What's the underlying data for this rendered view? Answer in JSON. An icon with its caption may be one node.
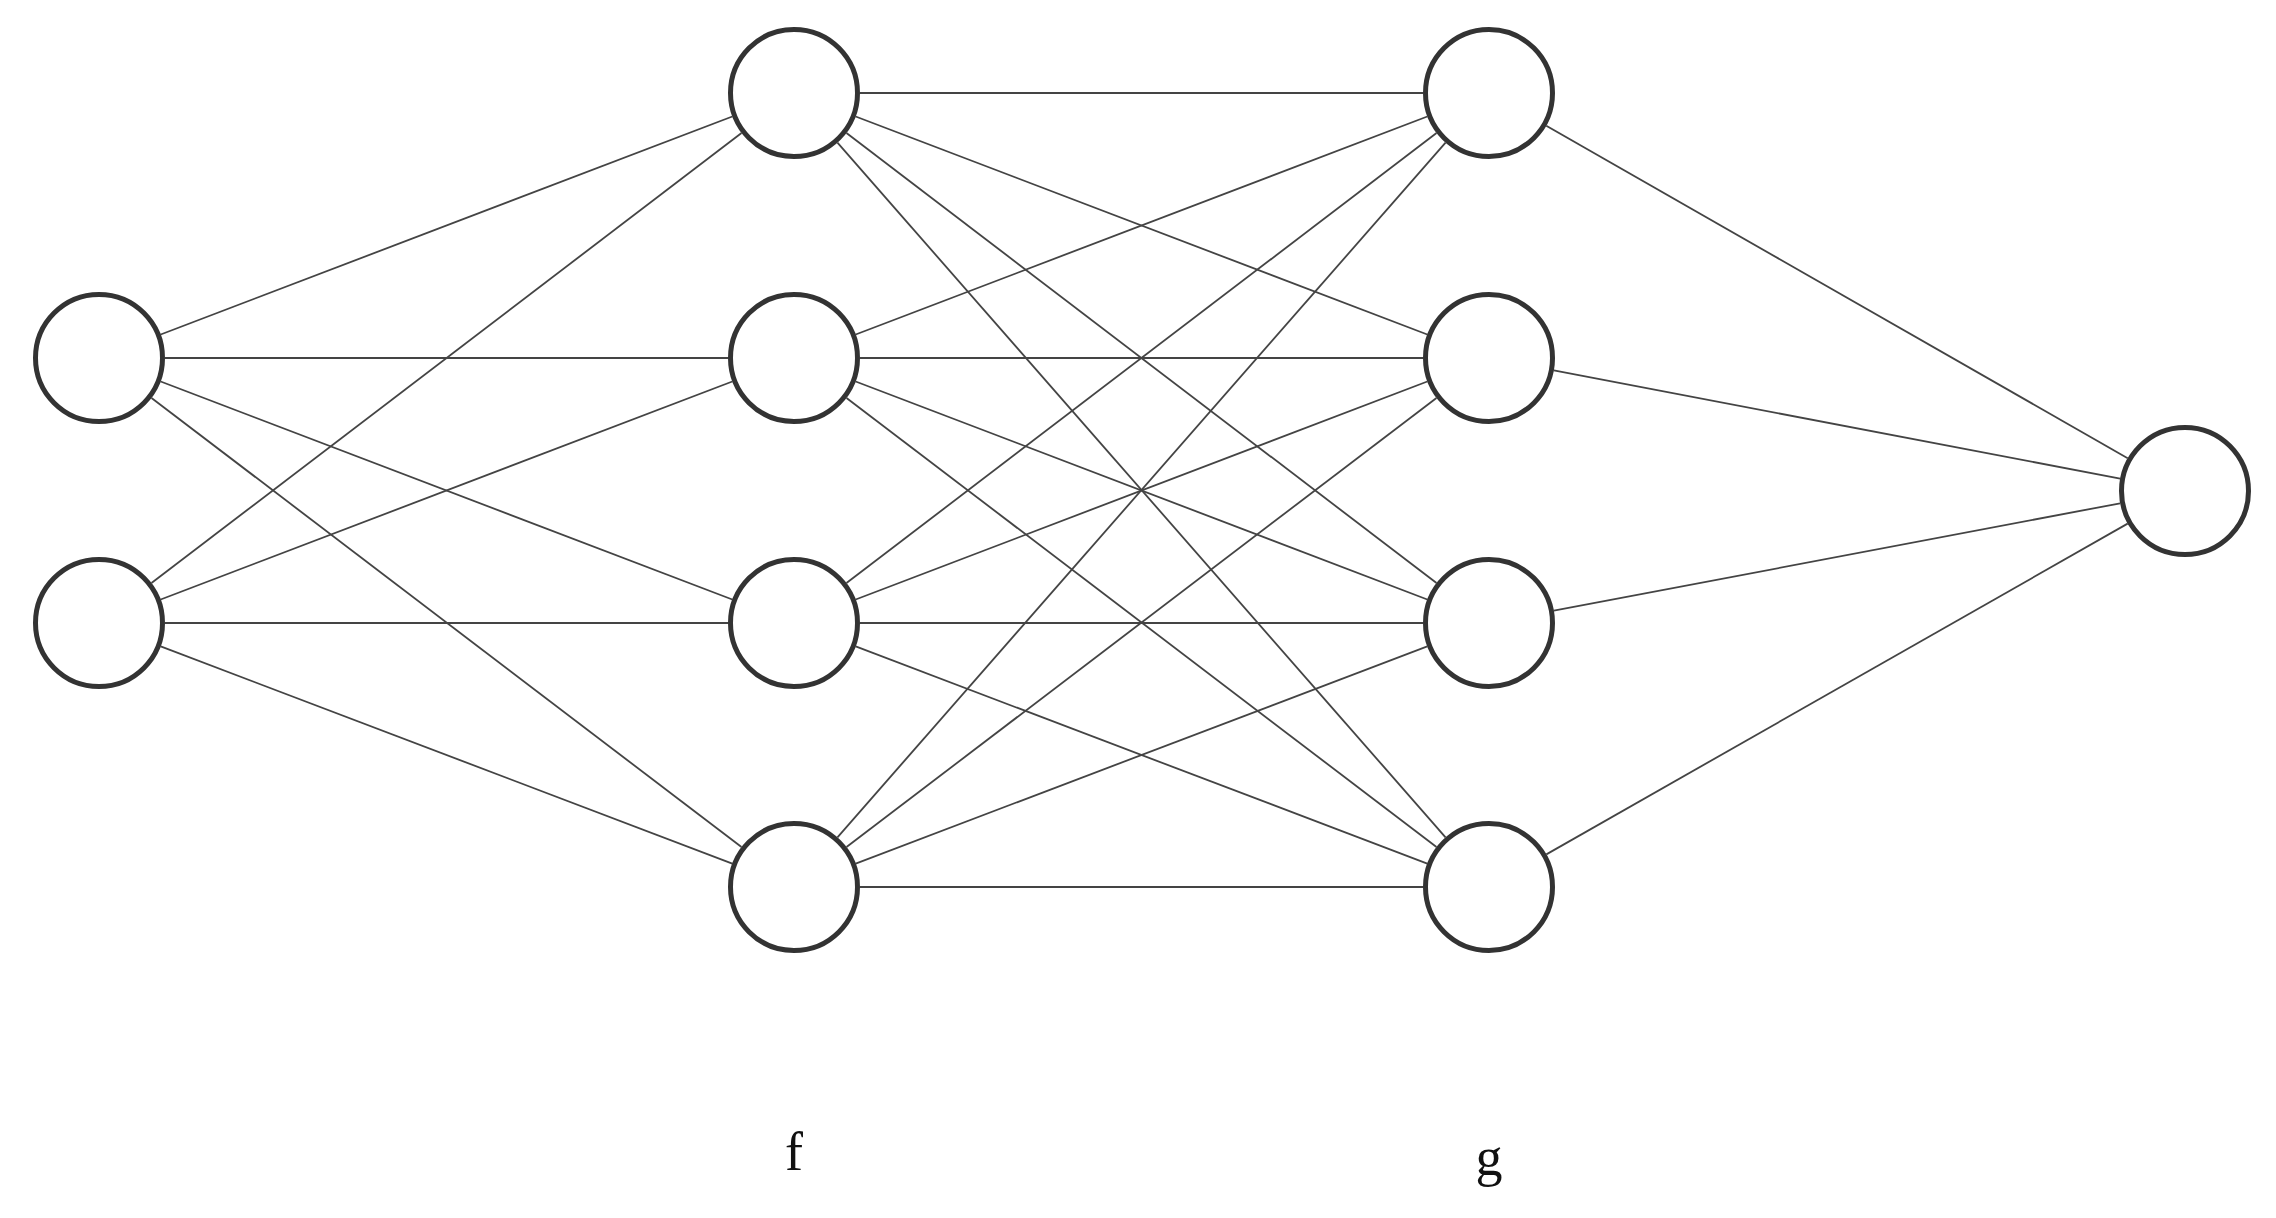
{
  "diagram": {
    "nodes": [
      {
        "text": [],
        "shape": "circle"
      },
      {
        "text": [],
        "shape": "circle"
      },
      {
        "text": [],
        "shape": "circle"
      },
      {
        "text": [],
        "shape": "circle"
      },
      {
        "text": [],
        "shape": "circle"
      },
      {
        "text": [],
        "shape": "circle"
      },
      {
        "text": [],
        "shape": "circle"
      },
      {
        "text": [],
        "shape": "circle"
      },
      {
        "text": [],
        "shape": "circle"
      },
      {
        "text": [],
        "shape": "circle"
      },
      {
        "text": [],
        "shape": "circle"
      }
    ],
    "edges": [
      {
        "from": 0,
        "to": 2,
        "arrow": "none"
      },
      {
        "from": 0,
        "to": 3,
        "arrow": "none"
      },
      {
        "from": 0,
        "to": 4,
        "arrow": "none"
      },
      {
        "from": 0,
        "to": 5,
        "arrow": "none"
      },
      {
        "from": 1,
        "to": 2,
        "arrow": "none"
      },
      {
        "from": 1,
        "to": 3,
        "arrow": "none"
      },
      {
        "from": 1,
        "to": 4,
        "arrow": "none"
      },
      {
        "from": 1,
        "to": 5,
        "arrow": "none"
      },
      {
        "from": 2,
        "to": 6,
        "arrow": "none"
      },
      {
        "from": 2,
        "to": 7,
        "arrow": "none"
      },
      {
        "from": 2,
        "to": 8,
        "arrow": "none"
      },
      {
        "from": 2,
        "to": 9,
        "arrow": "none"
      },
      {
        "from": 3,
        "to": 6,
        "arrow": "none"
      },
      {
        "from": 3,
        "to": 7,
        "arrow": "none"
      },
      {
        "from": 3,
        "to": 8,
        "arrow": "none"
      },
      {
        "from": 3,
        "to": 9,
        "arrow": "none"
      },
      {
        "from": 4,
        "to": 6,
        "arrow": "none"
      },
      {
        "from": 4,
        "to": 7,
        "arrow": "none"
      },
      {
        "from": 4,
        "to": 8,
        "arrow": "none"
      },
      {
        "from": 4,
        "to": 9,
        "arrow": "none"
      },
      {
        "from": 5,
        "to": 6,
        "arrow": "none"
      },
      {
        "from": 5,
        "to": 7,
        "arrow": "none"
      },
      {
        "from": 5,
        "to": 8,
        "arrow": "none"
      },
      {
        "from": 5,
        "to": 9,
        "arrow": "none"
      },
      {
        "from": 6,
        "to": 10,
        "arrow": "none"
      },
      {
        "from": 7,
        "to": 10,
        "arrow": "none"
      },
      {
        "from": 8,
        "to": 10,
        "arrow": "none"
      },
      {
        "from": 9,
        "to": 10,
        "arrow": "none"
      }
    ],
    "labels": [
      "f",
      "g"
    ]
  }
}
